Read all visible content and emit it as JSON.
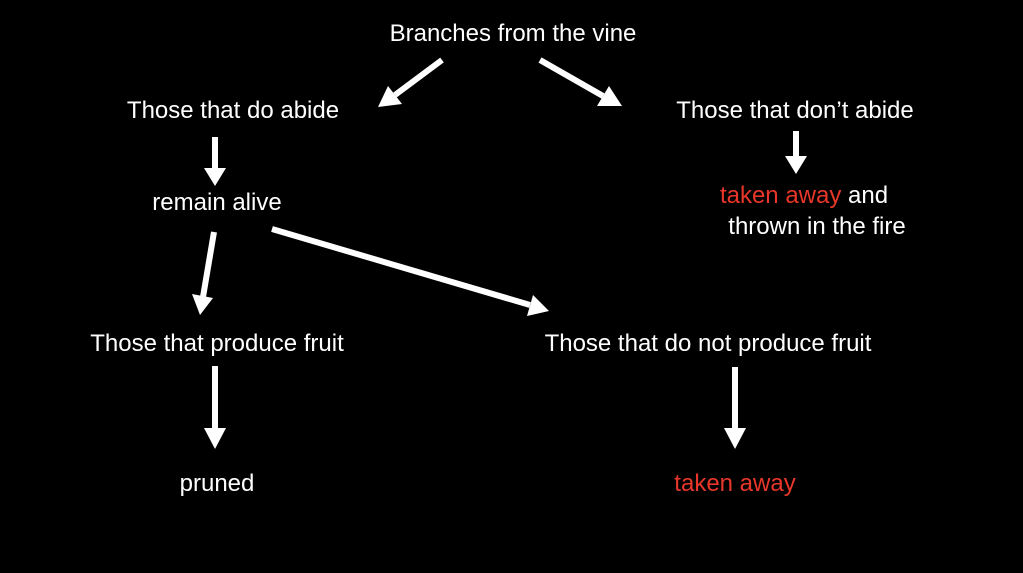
{
  "colors": {
    "background": "#000000",
    "text": "#ffffff",
    "highlight": "#e8372a",
    "arrow": "#ffffff"
  },
  "nodes": {
    "root": "Branches from the vine",
    "abide": "Those that do abide",
    "dont_abide": "Those that don’t abide",
    "remain_alive": "remain alive",
    "fire_part1_red": "taken away",
    "fire_part1_rest": " and",
    "fire_part2": "thrown in the fire",
    "produce_fruit": "Those that produce fruit",
    "no_fruit": "Those that do not produce fruit",
    "pruned": "pruned",
    "no_fruit_outcome": "taken away"
  },
  "edges": [
    {
      "from": "root",
      "to": "abide"
    },
    {
      "from": "root",
      "to": "dont_abide"
    },
    {
      "from": "abide",
      "to": "remain_alive"
    },
    {
      "from": "dont_abide",
      "to": "fire"
    },
    {
      "from": "remain_alive",
      "to": "produce_fruit"
    },
    {
      "from": "remain_alive",
      "to": "no_fruit"
    },
    {
      "from": "produce_fruit",
      "to": "pruned"
    },
    {
      "from": "no_fruit",
      "to": "no_fruit_outcome"
    }
  ]
}
